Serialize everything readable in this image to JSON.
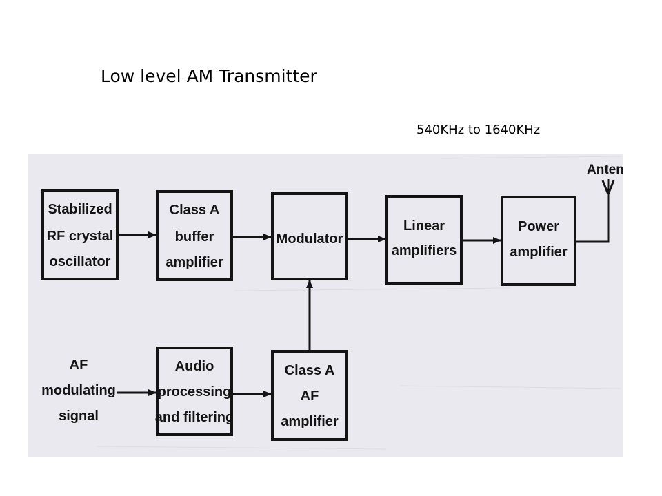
{
  "slide": {
    "title": "Low level AM Transmitter",
    "frequency_range": "540KHz to 1640KHz"
  },
  "diagram": {
    "blocks": {
      "oscillator": [
        "Stabilized",
        "RF crystal",
        "oscillator"
      ],
      "buffer": [
        "Class A",
        "buffer",
        "amplifier"
      ],
      "modulator": [
        "Modulator"
      ],
      "linear": [
        "Linear",
        "amplifiers"
      ],
      "power": [
        "Power",
        "amplifier"
      ],
      "audio": [
        "Audio",
        "processing",
        "and filtering"
      ],
      "af_amp": [
        "Class A",
        "AF",
        "amplifier"
      ]
    },
    "input_label": [
      "AF",
      "modulating",
      "signal"
    ],
    "antenna_label": "Antenna"
  },
  "colors": {
    "scan_background": "#e9e9ef",
    "ink": "#141414"
  }
}
